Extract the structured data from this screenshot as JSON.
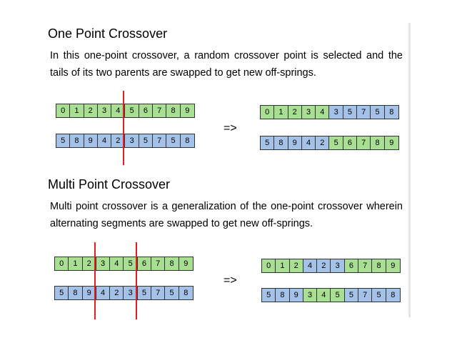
{
  "one_point": {
    "title": "One Point Crossover",
    "description": "In this one-point crossover, a random crossover point is selected and the tails of its two parents are swapped to get new off-springs.",
    "arrow": "=>",
    "parent1": [
      {
        "v": "0",
        "c": "g"
      },
      {
        "v": "1",
        "c": "g"
      },
      {
        "v": "2",
        "c": "g"
      },
      {
        "v": "3",
        "c": "g"
      },
      {
        "v": "4",
        "c": "g"
      },
      {
        "v": "5",
        "c": "g"
      },
      {
        "v": "6",
        "c": "g"
      },
      {
        "v": "7",
        "c": "g"
      },
      {
        "v": "8",
        "c": "g"
      },
      {
        "v": "9",
        "c": "g"
      }
    ],
    "parent2": [
      {
        "v": "5",
        "c": "b"
      },
      {
        "v": "8",
        "c": "b"
      },
      {
        "v": "9",
        "c": "b"
      },
      {
        "v": "4",
        "c": "b"
      },
      {
        "v": "2",
        "c": "b"
      },
      {
        "v": "3",
        "c": "b"
      },
      {
        "v": "5",
        "c": "b"
      },
      {
        "v": "7",
        "c": "b"
      },
      {
        "v": "5",
        "c": "b"
      },
      {
        "v": "8",
        "c": "b"
      }
    ],
    "child1": [
      {
        "v": "0",
        "c": "g"
      },
      {
        "v": "1",
        "c": "g"
      },
      {
        "v": "2",
        "c": "g"
      },
      {
        "v": "3",
        "c": "g"
      },
      {
        "v": "4",
        "c": "g"
      },
      {
        "v": "3",
        "c": "b"
      },
      {
        "v": "5",
        "c": "b"
      },
      {
        "v": "7",
        "c": "b"
      },
      {
        "v": "5",
        "c": "b"
      },
      {
        "v": "8",
        "c": "b"
      }
    ],
    "child2": [
      {
        "v": "5",
        "c": "b"
      },
      {
        "v": "8",
        "c": "b"
      },
      {
        "v": "9",
        "c": "b"
      },
      {
        "v": "4",
        "c": "b"
      },
      {
        "v": "2",
        "c": "b"
      },
      {
        "v": "5",
        "c": "g"
      },
      {
        "v": "6",
        "c": "g"
      },
      {
        "v": "7",
        "c": "g"
      },
      {
        "v": "8",
        "c": "g"
      },
      {
        "v": "9",
        "c": "g"
      }
    ]
  },
  "multi_point": {
    "title": "Multi Point Crossover",
    "description": "Multi point crossover is a generalization of the one-point crossover wherein alternating segments are swapped to get new off-springs.",
    "arrow": "=>",
    "parent1": [
      {
        "v": "0",
        "c": "g"
      },
      {
        "v": "1",
        "c": "g"
      },
      {
        "v": "2",
        "c": "g"
      },
      {
        "v": "3",
        "c": "g"
      },
      {
        "v": "4",
        "c": "g"
      },
      {
        "v": "5",
        "c": "g"
      },
      {
        "v": "6",
        "c": "g"
      },
      {
        "v": "7",
        "c": "g"
      },
      {
        "v": "8",
        "c": "g"
      },
      {
        "v": "9",
        "c": "g"
      }
    ],
    "parent2": [
      {
        "v": "5",
        "c": "b"
      },
      {
        "v": "8",
        "c": "b"
      },
      {
        "v": "9",
        "c": "b"
      },
      {
        "v": "4",
        "c": "b"
      },
      {
        "v": "2",
        "c": "b"
      },
      {
        "v": "3",
        "c": "b"
      },
      {
        "v": "5",
        "c": "b"
      },
      {
        "v": "7",
        "c": "b"
      },
      {
        "v": "5",
        "c": "b"
      },
      {
        "v": "8",
        "c": "b"
      }
    ],
    "child1": [
      {
        "v": "0",
        "c": "g"
      },
      {
        "v": "1",
        "c": "g"
      },
      {
        "v": "2",
        "c": "g"
      },
      {
        "v": "4",
        "c": "b"
      },
      {
        "v": "2",
        "c": "b"
      },
      {
        "v": "3",
        "c": "b"
      },
      {
        "v": "6",
        "c": "g"
      },
      {
        "v": "7",
        "c": "g"
      },
      {
        "v": "8",
        "c": "g"
      },
      {
        "v": "9",
        "c": "g"
      }
    ],
    "child2": [
      {
        "v": "5",
        "c": "b"
      },
      {
        "v": "8",
        "c": "b"
      },
      {
        "v": "9",
        "c": "b"
      },
      {
        "v": "3",
        "c": "g"
      },
      {
        "v": "4",
        "c": "g"
      },
      {
        "v": "5",
        "c": "g"
      },
      {
        "v": "5",
        "c": "b"
      },
      {
        "v": "7",
        "c": "b"
      },
      {
        "v": "5",
        "c": "b"
      },
      {
        "v": "8",
        "c": "b"
      }
    ]
  },
  "colors": {
    "green": "#a9df93",
    "blue": "#a4c2e8",
    "cut_line": "#e31b23"
  }
}
